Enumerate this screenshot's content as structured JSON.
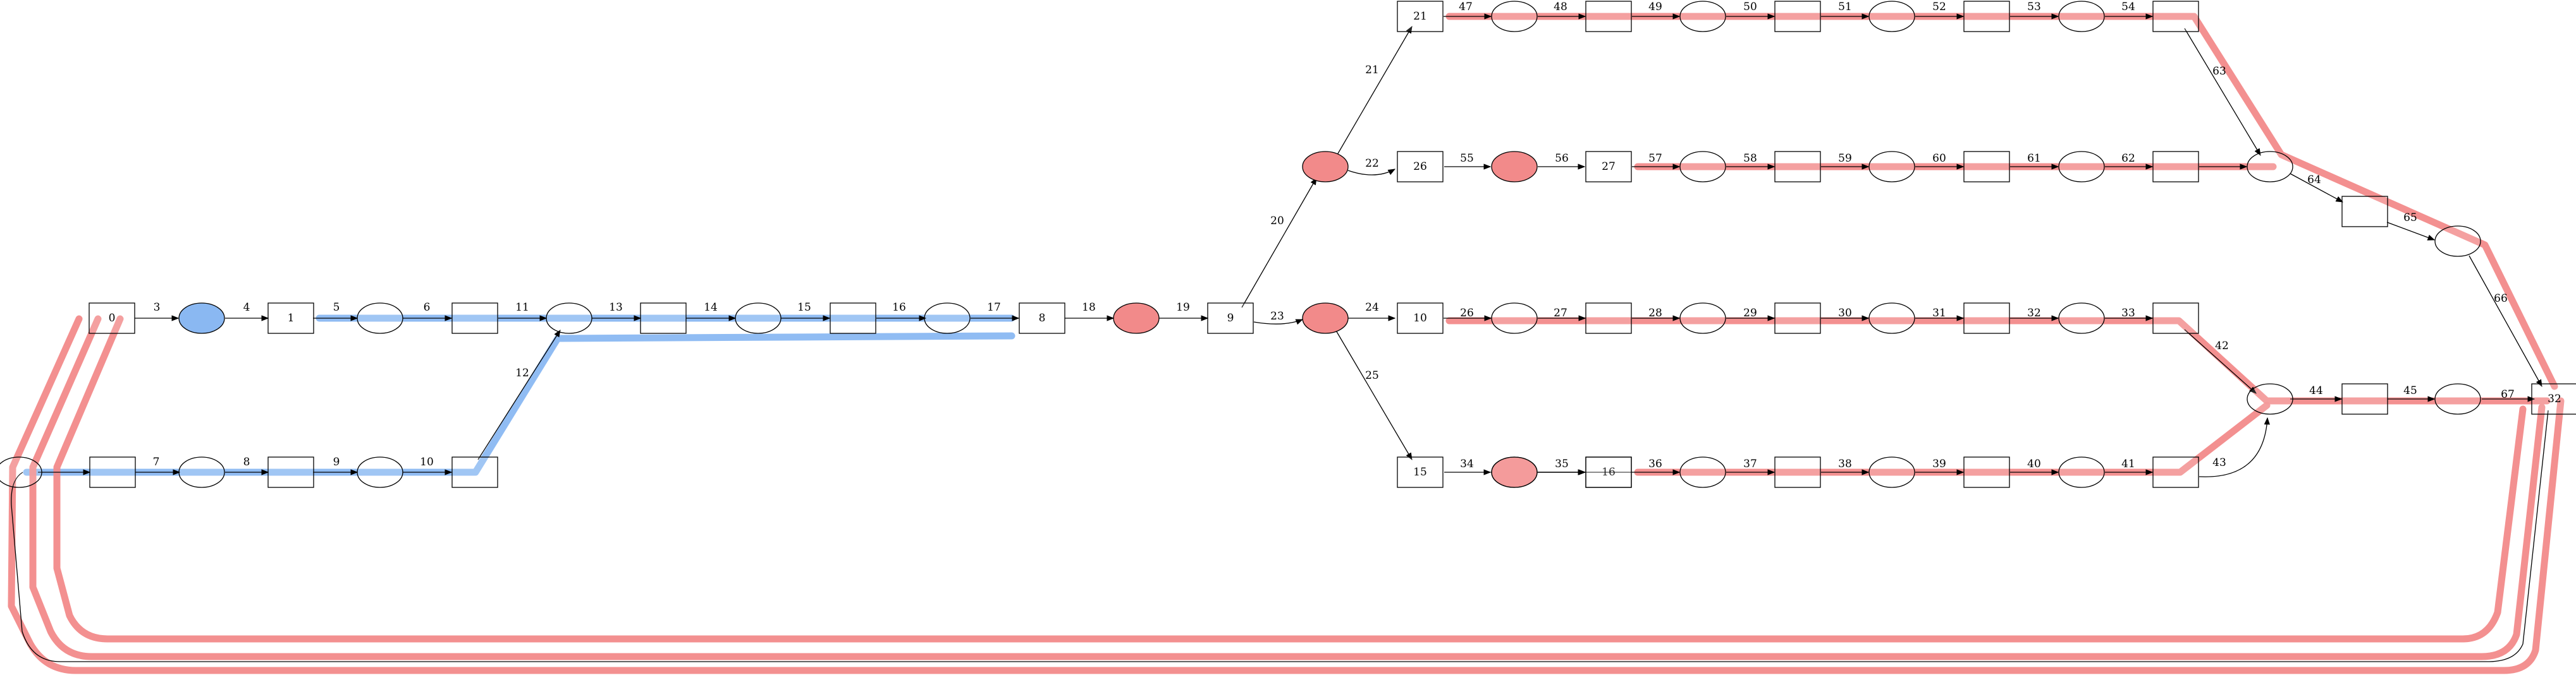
{
  "colors": {
    "red_fill": "#f28a8a",
    "blue_fill": "#8ab8f2",
    "red_path": "#f28a8a",
    "blue_path": "#8ab8f2"
  },
  "nodes": [
    {
      "id": "n0",
      "shape": "box",
      "label": "0"
    },
    {
      "id": "nb1",
      "shape": "ellipse",
      "fill": "blue",
      "label": ""
    },
    {
      "id": "n1",
      "shape": "box",
      "label": "1"
    },
    {
      "id": "e2",
      "shape": "ellipse",
      "label": ""
    },
    {
      "id": "b2",
      "shape": "box",
      "label": ""
    },
    {
      "id": "e3",
      "shape": "ellipse",
      "label": ""
    },
    {
      "id": "b3",
      "shape": "box",
      "label": ""
    },
    {
      "id": "e4",
      "shape": "ellipse",
      "label": ""
    },
    {
      "id": "b4",
      "shape": "box",
      "label": ""
    },
    {
      "id": "e5",
      "shape": "ellipse",
      "label": ""
    },
    {
      "id": "n8",
      "shape": "box",
      "label": "8"
    },
    {
      "id": "er1",
      "shape": "ellipse",
      "fill": "red",
      "label": ""
    },
    {
      "id": "n9",
      "shape": "box",
      "label": "9"
    },
    {
      "id": "er2",
      "shape": "ellipse",
      "fill": "red",
      "label": ""
    },
    {
      "id": "er3",
      "shape": "ellipse",
      "fill": "red",
      "label": ""
    },
    {
      "id": "n21",
      "shape": "box",
      "label": "21"
    },
    {
      "id": "n26",
      "shape": "box",
      "label": "26"
    },
    {
      "id": "er4",
      "shape": "ellipse",
      "fill": "red",
      "label": ""
    },
    {
      "id": "n27",
      "shape": "box",
      "label": "27"
    },
    {
      "id": "n10",
      "shape": "box",
      "label": "10"
    },
    {
      "id": "n15",
      "shape": "box",
      "label": "15"
    },
    {
      "id": "er5",
      "shape": "ellipse",
      "fill": "red",
      "label": ""
    },
    {
      "id": "n16",
      "shape": "box",
      "label": "16"
    },
    {
      "id": "eL",
      "shape": "ellipse",
      "label": ""
    },
    {
      "id": "bL1",
      "shape": "box",
      "label": ""
    },
    {
      "id": "eL2",
      "shape": "ellipse",
      "label": ""
    },
    {
      "id": "bL3",
      "shape": "box",
      "label": ""
    },
    {
      "id": "eL4",
      "shape": "ellipse",
      "label": ""
    },
    {
      "id": "bL5",
      "shape": "box",
      "label": ""
    },
    {
      "id": "t1",
      "shape": "ellipse",
      "label": ""
    },
    {
      "id": "t2",
      "shape": "box",
      "label": ""
    },
    {
      "id": "t3",
      "shape": "ellipse",
      "label": ""
    },
    {
      "id": "t4",
      "shape": "box",
      "label": ""
    },
    {
      "id": "t5",
      "shape": "ellipse",
      "label": ""
    },
    {
      "id": "t6",
      "shape": "box",
      "label": ""
    },
    {
      "id": "t7",
      "shape": "ellipse",
      "label": ""
    },
    {
      "id": "t8",
      "shape": "box",
      "label": ""
    },
    {
      "id": "m1",
      "shape": "ellipse",
      "label": ""
    },
    {
      "id": "m2",
      "shape": "box",
      "label": ""
    },
    {
      "id": "m3",
      "shape": "ellipse",
      "label": ""
    },
    {
      "id": "m4",
      "shape": "box",
      "label": ""
    },
    {
      "id": "m5",
      "shape": "ellipse",
      "label": ""
    },
    {
      "id": "m6",
      "shape": "box",
      "label": ""
    },
    {
      "id": "r1",
      "shape": "ellipse",
      "label": ""
    },
    {
      "id": "r2",
      "shape": "box",
      "label": ""
    },
    {
      "id": "r3",
      "shape": "ellipse",
      "label": ""
    },
    {
      "id": "r4",
      "shape": "box",
      "label": ""
    },
    {
      "id": "r5",
      "shape": "ellipse",
      "label": ""
    },
    {
      "id": "r6",
      "shape": "box",
      "label": ""
    },
    {
      "id": "r7",
      "shape": "ellipse",
      "label": ""
    },
    {
      "id": "r8",
      "shape": "box",
      "label": ""
    },
    {
      "id": "s1",
      "shape": "ellipse",
      "label": ""
    },
    {
      "id": "s2",
      "shape": "box",
      "label": ""
    },
    {
      "id": "s3",
      "shape": "ellipse",
      "label": ""
    },
    {
      "id": "s4",
      "shape": "box",
      "label": ""
    },
    {
      "id": "s5",
      "shape": "ellipse",
      "label": ""
    },
    {
      "id": "s6",
      "shape": "box",
      "label": ""
    },
    {
      "id": "s7",
      "shape": "ellipse",
      "label": ""
    },
    {
      "id": "s8",
      "shape": "box",
      "label": ""
    },
    {
      "id": "j1",
      "shape": "ellipse",
      "label": ""
    },
    {
      "id": "j2",
      "shape": "box",
      "label": ""
    },
    {
      "id": "j3",
      "shape": "ellipse",
      "label": ""
    },
    {
      "id": "n32",
      "shape": "box",
      "label": "32"
    },
    {
      "id": "k1",
      "shape": "ellipse",
      "label": ""
    },
    {
      "id": "k2",
      "shape": "box",
      "label": ""
    },
    {
      "id": "k3",
      "shape": "ellipse",
      "label": ""
    }
  ],
  "edge_labels": [
    "3",
    "4",
    "5",
    "6",
    "11",
    "13",
    "14",
    "15",
    "16",
    "17",
    "18",
    "19",
    "7",
    "8",
    "9",
    "10",
    "12",
    "20",
    "21",
    "22",
    "23",
    "24",
    "25",
    "47",
    "48",
    "49",
    "50",
    "51",
    "52",
    "53",
    "54",
    "55",
    "56",
    "57",
    "58",
    "59",
    "60",
    "61",
    "62",
    "26",
    "27",
    "28",
    "29",
    "30",
    "31",
    "32",
    "33",
    "42",
    "34",
    "35",
    "36",
    "37",
    "38",
    "39",
    "40",
    "41",
    "43",
    "44",
    "45",
    "63",
    "64",
    "65",
    "66",
    "67"
  ]
}
